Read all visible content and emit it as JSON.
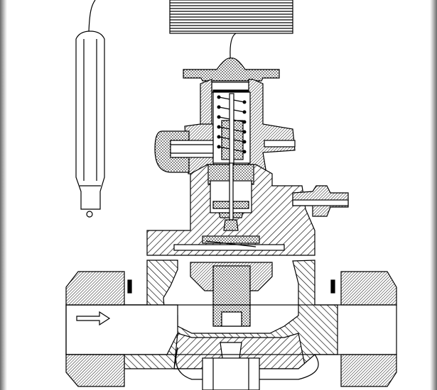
{
  "diagram": {
    "subject": "valve-cross-section",
    "colors": {
      "line": "#000000",
      "background": "#ffffff",
      "frame": "#6a6a6a"
    },
    "icons": [
      "sensing-bulb",
      "capillary-coil",
      "flow-arrow"
    ]
  }
}
